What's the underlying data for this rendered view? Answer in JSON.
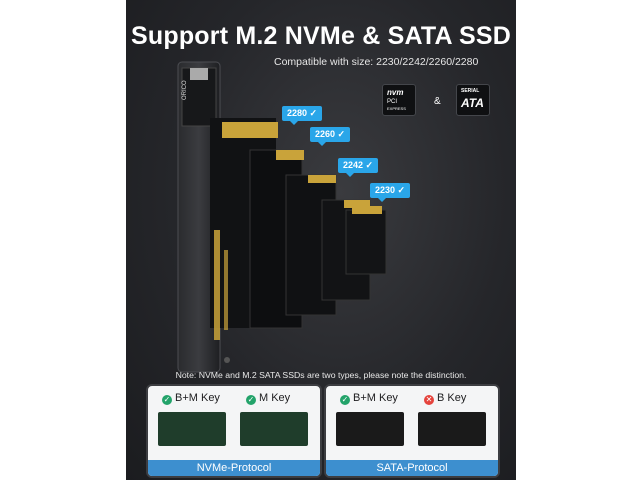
{
  "headline": "Support M.2 NVMe & SATA SSD",
  "compatible": "Compatible with size: 2230/2242/2260/2280",
  "enclosure": {
    "brand": "ORICO"
  },
  "logos": {
    "nvme": {
      "top": "nvm",
      "sub": "express",
      "badge": "PCI",
      "badge2": "EXPRESS"
    },
    "ampersand": "&",
    "sata": {
      "top": "SERIAL",
      "main": "ATA"
    }
  },
  "size_tags": [
    {
      "label": "2280 ✓"
    },
    {
      "label": "2260 ✓"
    },
    {
      "label": "2242 ✓"
    },
    {
      "label": "2230 ✓"
    }
  ],
  "note": "Note: NVMe and M.2 SATA SSDs are two types, please note the distinction.",
  "panels": {
    "nvme": {
      "protocol": "NVMe-Protocol",
      "keys": [
        {
          "label": "B+M Key",
          "status": "ok"
        },
        {
          "label": "M Key",
          "status": "ok"
        }
      ]
    },
    "sata": {
      "protocol": "SATA-Protocol",
      "keys": [
        {
          "label": "B+M Key",
          "status": "ok"
        },
        {
          "label": "B Key",
          "status": "no"
        }
      ]
    }
  },
  "colors": {
    "tag": "#2aa6e9",
    "ok": "#23a36a",
    "no": "#e5433c",
    "protocol": "#3d8fcf",
    "panel_border": "#3c3d41"
  }
}
